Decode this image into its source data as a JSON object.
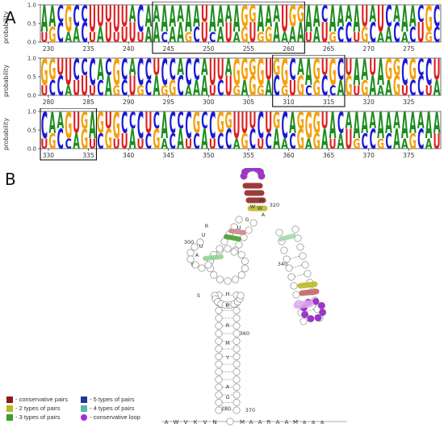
{
  "panels": {
    "a": "A",
    "b": "B"
  },
  "logo": {
    "ylabel": "probability",
    "yticks": [
      "1.0",
      "0.5",
      "0.0"
    ],
    "rows": [
      {
        "start": 229,
        "ticks": [
          "230",
          "235",
          "240",
          "245",
          "250",
          "255",
          "260",
          "265",
          "270",
          "275"
        ],
        "top": "AACGCCUUUUUACAAAAAAAUAAAAGGAAAUGGAACAAAAUAUCA",
        "sub": "UGCAACUAUUUUUAACAAGCUCAUAGUGGAAAAUAUGCCUGCAACAC"
      },
      {
        "start": 279,
        "ticks": [
          "280",
          "285",
          "290",
          "295",
          "300",
          "305",
          "310",
          "315",
          "320",
          "325"
        ],
        "top": "GGUUCCCACGCACCUCCACCAUUAGGGGUGGCAAGUGCUAAUAGGCGCCU",
        "sub": "UCCAUUUCAGCUGCAGGCAAAUCUGAGGACGUGCGCCAGUGAAAGUCCUAG"
      },
      {
        "start": 329,
        "ticks": [
          "330",
          "335",
          "340",
          "345",
          "350",
          "355",
          "360",
          "365",
          "370",
          "375"
        ],
        "top": "CAAGUGAGUGCCCUCACCCGCCGGUUUCUGCAGGGUACAAAAAAAAAAAA",
        "sub": "UGCCAGUCGUUAUCGACAUCAUCCAGCUCAACGAGAUAUGCCGCAAGCA"
      }
    ],
    "boxes": [
      {
        "row": 0,
        "from": 243,
        "to": 261
      },
      {
        "row": 1,
        "from": 308,
        "to": 316
      },
      {
        "row": 2,
        "from": 329,
        "to": 335
      }
    ]
  },
  "structure": {
    "position_labels": [
      "280",
      "300",
      "320",
      "340",
      "360",
      "370"
    ],
    "base_labels": [
      "W",
      "W",
      "R",
      "U",
      "U",
      "A",
      "Y",
      "S",
      "H",
      "M",
      "R",
      "M",
      "Y",
      "A",
      "G",
      "W",
      "A",
      "G",
      "U"
    ],
    "strand_left": [
      "A",
      "W",
      "V",
      "K",
      "V",
      "N"
    ],
    "strand_right": [
      "M",
      "A",
      "A",
      "R",
      "A",
      "A",
      "M",
      "a",
      "a",
      "a"
    ]
  },
  "legend": [
    {
      "label": "- conservative pairs",
      "color": "#8b1a1a"
    },
    {
      "label": "- 2 types of pairs",
      "color": "#b8b820"
    },
    {
      "label": "- 3 types of pairs",
      "color": "#3c9c28"
    },
    {
      "label": "- 4 types of pairs",
      "color": "#5ab6a8"
    },
    {
      "label": "- 5 types of pairs",
      "color": "#1f3a9b"
    },
    {
      "label": "- conservative loop",
      "color": "#a42ed8"
    }
  ],
  "colors": {
    "A": "#1e8c1e",
    "C": "#1a1ad6",
    "G": "#f5a00b",
    "U": "#dd1f1f"
  }
}
